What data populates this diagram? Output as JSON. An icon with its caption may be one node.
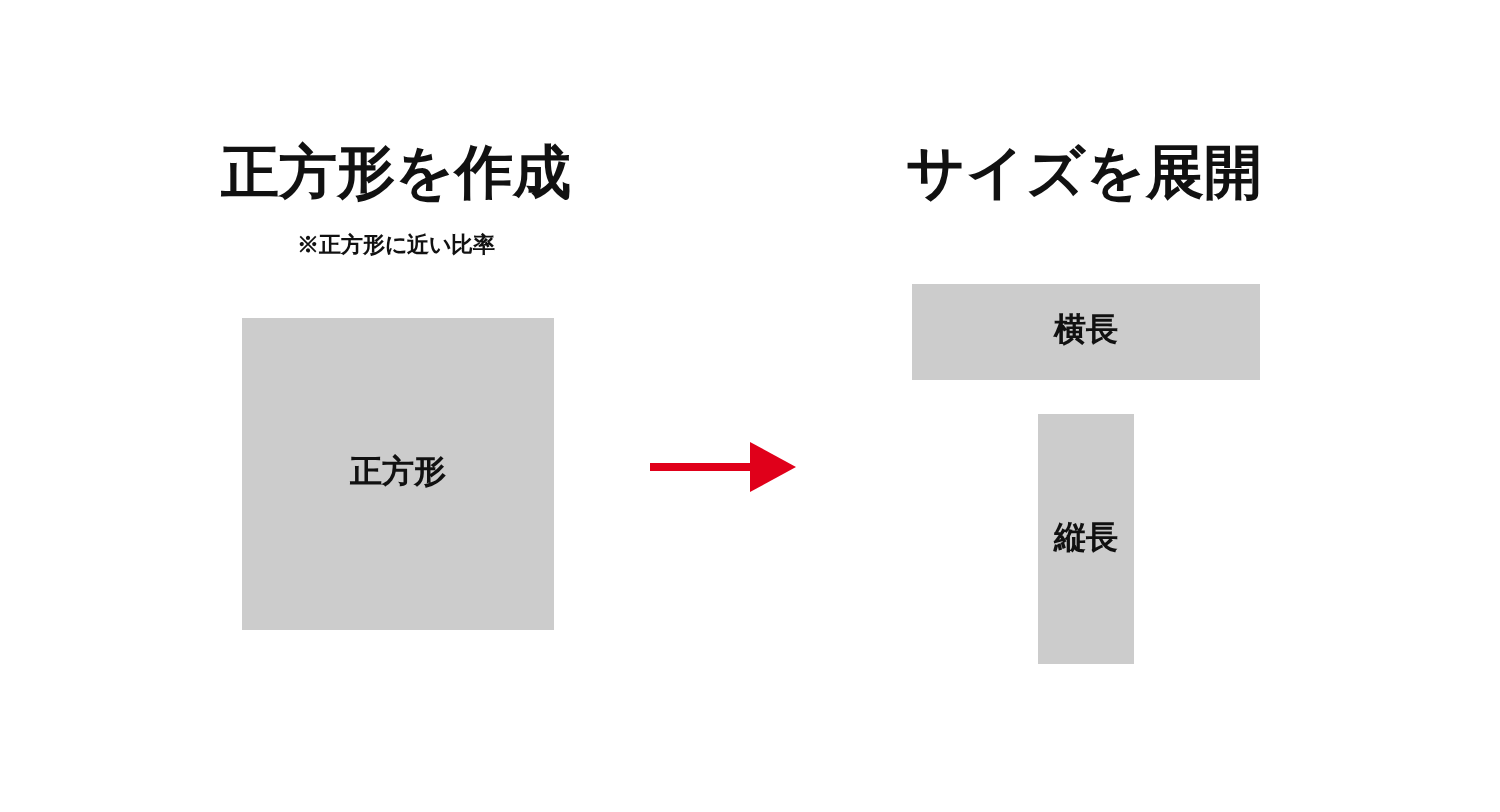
{
  "diagram": {
    "nodes": [
      {
        "text": [
          "正方形"
        ]
      },
      {
        "text": [
          "横長"
        ]
      },
      {
        "text": [
          "縦長"
        ]
      }
    ],
    "labels": [
      "正方形を作成",
      "サイズを展開",
      "※正方形に近い比率"
    ]
  }
}
